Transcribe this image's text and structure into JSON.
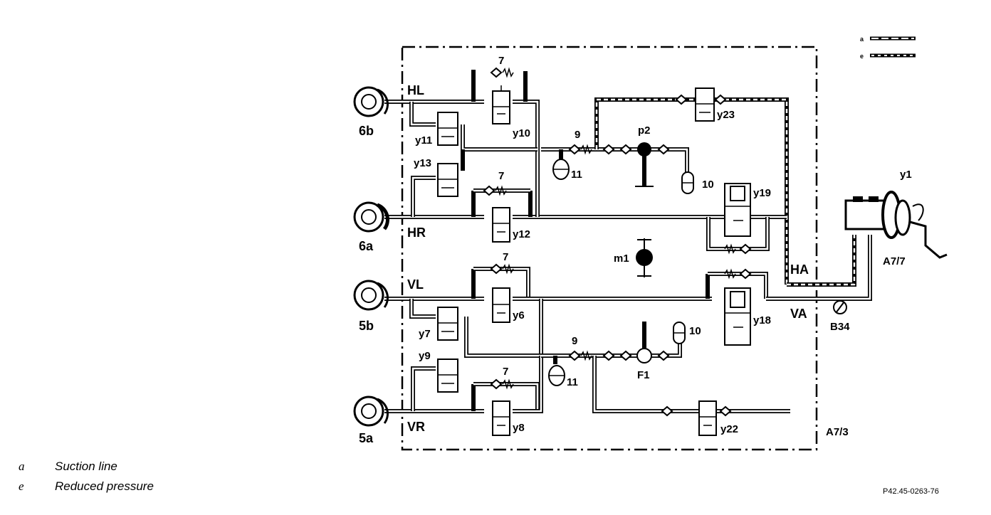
{
  "diagram": {
    "components": {
      "wheel_6b": "6b",
      "wheel_6a": "6a",
      "wheel_5b": "5b",
      "wheel_5a": "5a",
      "line_HL": "HL",
      "line_HR": "HR",
      "line_VL": "VL",
      "line_VR": "VR",
      "line_HA": "HA",
      "line_VA": "VA",
      "y1": "y1",
      "y6": "y6",
      "y7": "y7",
      "y8": "y8",
      "y9": "y9",
      "y10": "y10",
      "y11": "y11",
      "y12": "y12",
      "y13": "y13",
      "y18": "y18",
      "y19": "y19",
      "y22": "y22",
      "y23": "y23",
      "p2": "p2",
      "m1": "m1",
      "F1": "F1",
      "B34": "B34",
      "A7_7": "A7/7",
      "A7_3": "A7/3",
      "n7": "7",
      "n9": "9",
      "n10": "10",
      "n11": "11"
    },
    "legend_keys": {
      "a": "a",
      "e": "e"
    }
  },
  "legend": [
    {
      "key": "a",
      "text": "Suction line"
    },
    {
      "key": "e",
      "text": "Reduced pressure"
    }
  ],
  "reference": "P42.45-0263-76"
}
